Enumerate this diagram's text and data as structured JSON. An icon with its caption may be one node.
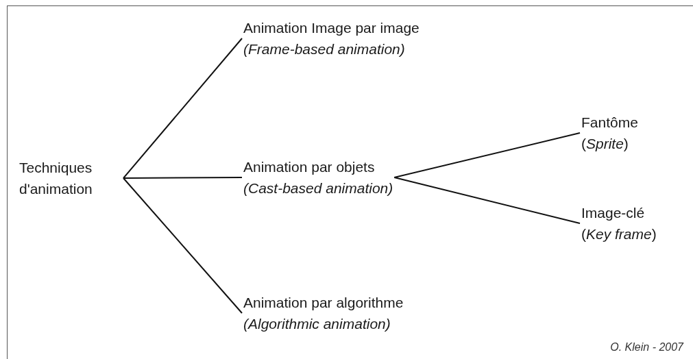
{
  "diagram": {
    "nodes": [
      {
        "text": [
          "Techniques d'animation"
        ]
      },
      {
        "text": [
          "Animation Image par image",
          "(Frame-based animation)"
        ]
      },
      {
        "text": [
          "Animation par objets",
          "(Cast-based animation)"
        ]
      },
      {
        "text": [
          "Animation par algorithme",
          "(Algorithmic animation)"
        ]
      },
      {
        "text": [
          "Fantôme",
          "(*Sprite*)"
        ]
      },
      {
        "text": [
          "Image-clé",
          "(*Key frame*)"
        ]
      }
    ],
    "edges": [
      {
        "from": 0,
        "to": 1,
        "arrow": "none"
      },
      {
        "from": 0,
        "to": 2,
        "arrow": "none"
      },
      {
        "from": 0,
        "to": 3,
        "arrow": "none"
      },
      {
        "from": 2,
        "to": 4,
        "arrow": "none"
      },
      {
        "from": 2,
        "to": 5,
        "arrow": "none"
      }
    ],
    "labels": [
      "O. Klein - 2007"
    ]
  }
}
